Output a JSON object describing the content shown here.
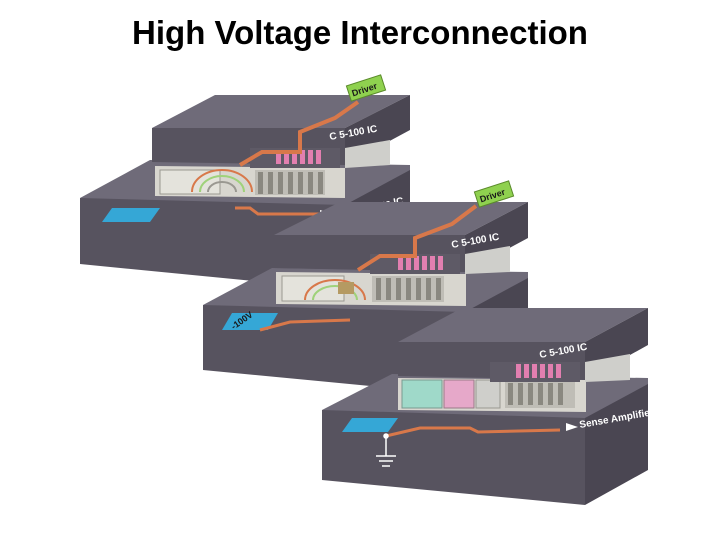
{
  "title": "High Voltage Interconnection",
  "modules": [
    {
      "id": "module-1",
      "driver_label": "Driver",
      "ic_label": "C 5-100 IC",
      "output_label": "Low Voltage IC",
      "pad_label": ""
    },
    {
      "id": "module-2",
      "driver_label": "Driver",
      "ic_label": "C 5-100 IC",
      "output_label": "",
      "pad_label": "-100V"
    },
    {
      "id": "module-3",
      "driver_label": "",
      "ic_label": "C 5-100 IC",
      "output_label": "Sense Amplifier",
      "pad_label": ""
    }
  ],
  "colors": {
    "substrate_top": "#6f6b79",
    "substrate_front": "#57535f",
    "substrate_side": "#4a4652",
    "trace": "#d8784a",
    "pad": "#35a7d6",
    "driver_box": "#8fd14f",
    "pink_pins": "#e27fb0",
    "bump_gray": "#cfcfcb"
  }
}
